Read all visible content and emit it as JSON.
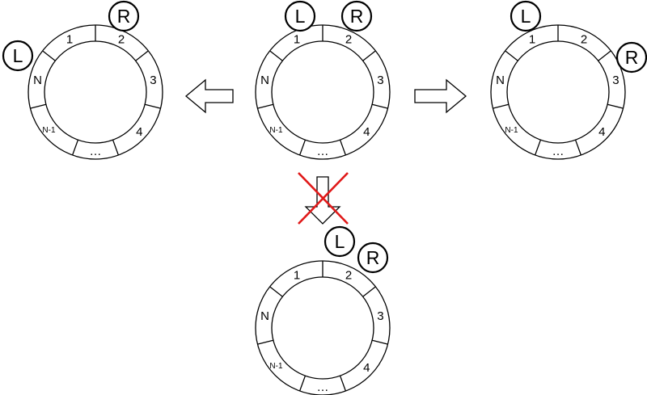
{
  "diagram": {
    "rings": [
      {
        "id": "center",
        "segments": [
          "1",
          "2",
          "3",
          "4",
          "…",
          "N-1",
          "N"
        ],
        "markers": {
          "L": "L",
          "R": "R"
        }
      },
      {
        "id": "left",
        "segments": [
          "1",
          "2",
          "3",
          "4",
          "…",
          "N-1",
          "N"
        ],
        "markers": {
          "L": "L",
          "R": "R"
        }
      },
      {
        "id": "right",
        "segments": [
          "1",
          "2",
          "3",
          "4",
          "…",
          "N-1",
          "N"
        ],
        "markers": {
          "L": "L",
          "R": "R"
        }
      },
      {
        "id": "bottom",
        "segments": [
          "1",
          "2",
          "3",
          "4",
          "…",
          "N-1",
          "N"
        ],
        "markers": {
          "L": "L",
          "R": "R"
        }
      }
    ],
    "colors": {
      "stroke": "#000000",
      "cross": "#e01919",
      "background": "#ffffff"
    }
  }
}
